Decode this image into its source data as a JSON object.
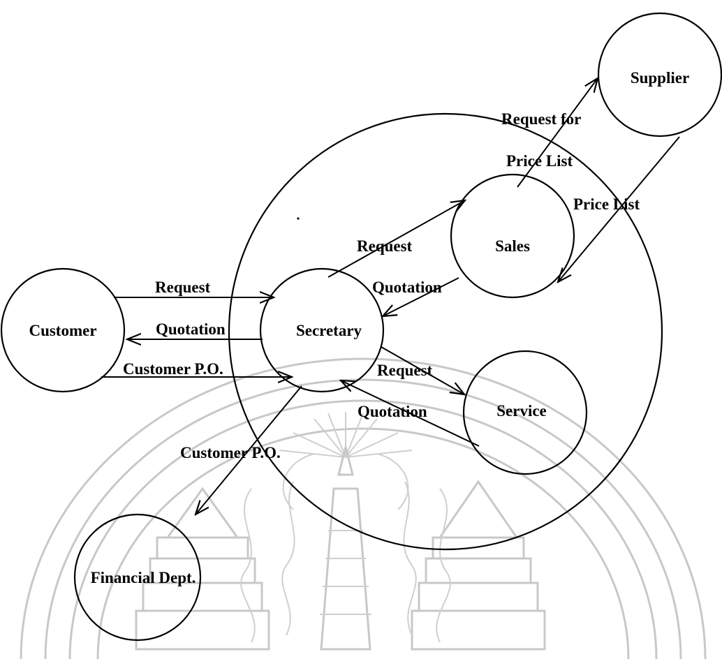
{
  "nodes": {
    "customer": "Customer",
    "secretary": "Secretary",
    "sales": "Sales",
    "service": "Service",
    "supplier": "Supplier",
    "financial": "Financial Dept."
  },
  "flows": {
    "customer_request": "Request",
    "customer_quotation": "Quotation",
    "customer_po": "Customer P.O.",
    "sales_request": "Request",
    "sales_quotation": "Quotation",
    "service_request": "Request",
    "service_quotation": "Quotation",
    "supplier_request_line1": "Request for",
    "supplier_request_line2": "Price List",
    "supplier_price_list": "Price List",
    "financial_po": "Customer P.O."
  },
  "colors": {
    "ink": "#000000",
    "watermark": "#c8c8c8",
    "background": "#ffffff"
  },
  "watermark": {
    "present": true,
    "icon": "university-seal-watermark"
  }
}
